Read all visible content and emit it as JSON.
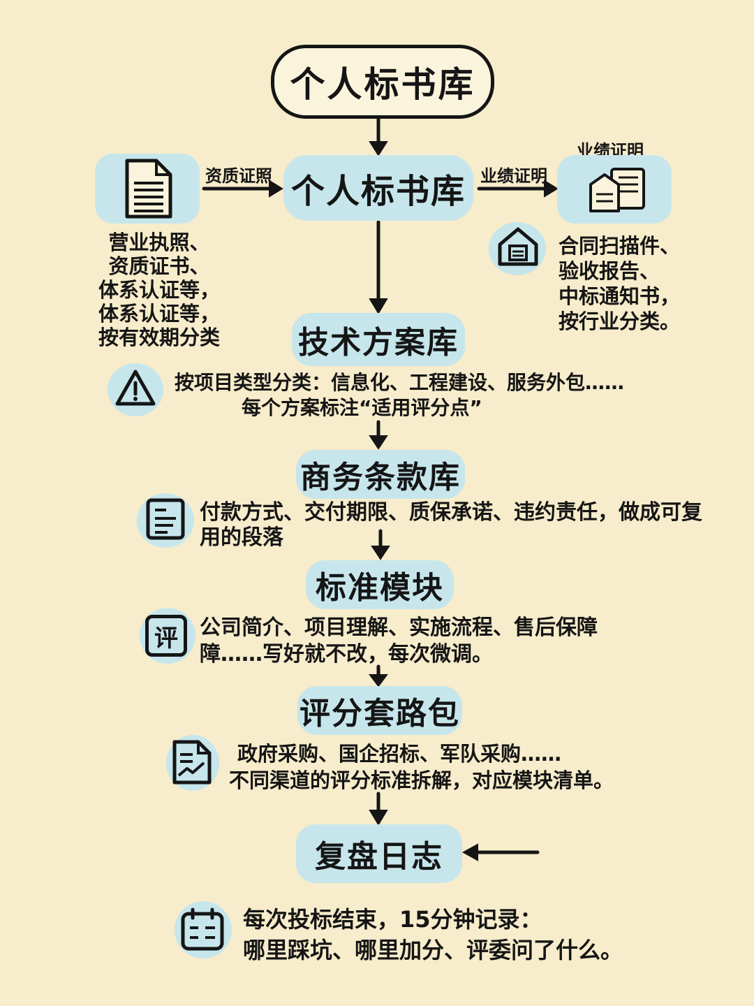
{
  "title": "个人标书库",
  "center_node": "个人标书库",
  "left_branch": {
    "arrow_label": "资质证照",
    "icon": "document-icon",
    "text_lines": [
      "营业执照、",
      "资质证书、",
      "体系认证等，",
      "体系认证等，",
      "按有效期分类"
    ]
  },
  "right_branch": {
    "top_label": "业绩证明",
    "arrow_label": "业绩证明",
    "icon": "folder-documents-icon",
    "sub_icon": "house-icon",
    "text_lines": [
      "合同扫描件、",
      "验收报告、",
      "中标通知书，",
      "按行业分类。"
    ]
  },
  "sections": [
    {
      "title": "技术方案库",
      "icon": "warning-icon",
      "lines": [
        "按项目类型分类：信息化、工程建设、服务外包……",
        "每个方案标注“适用评分点”"
      ]
    },
    {
      "title": "商务条款库",
      "icon": "clipboard-list-icon",
      "lines": [
        "付款方式、交付期限、质保承诺、违约责任，做成可复",
        "用的段落"
      ]
    },
    {
      "title": "标准模块",
      "icon": "ping-character-icon",
      "icon_glyph": "评",
      "lines": [
        "公司简介、项目理解、实施流程、售后保障",
        "障……写好就不改，每次微调。"
      ]
    },
    {
      "title": "评分套路包",
      "icon": "chart-document-icon",
      "lines": [
        "政府采购、国企招标、军队采购……",
        "不同渠道的评分标准拆解，对应模块清单。"
      ]
    },
    {
      "title": "复盘日志",
      "icon": "calendar-icon",
      "lines": [
        "每次投标结束，15分钟记录：",
        "哪里踩坑、哪里加分、评委问了什么。"
      ]
    }
  ]
}
